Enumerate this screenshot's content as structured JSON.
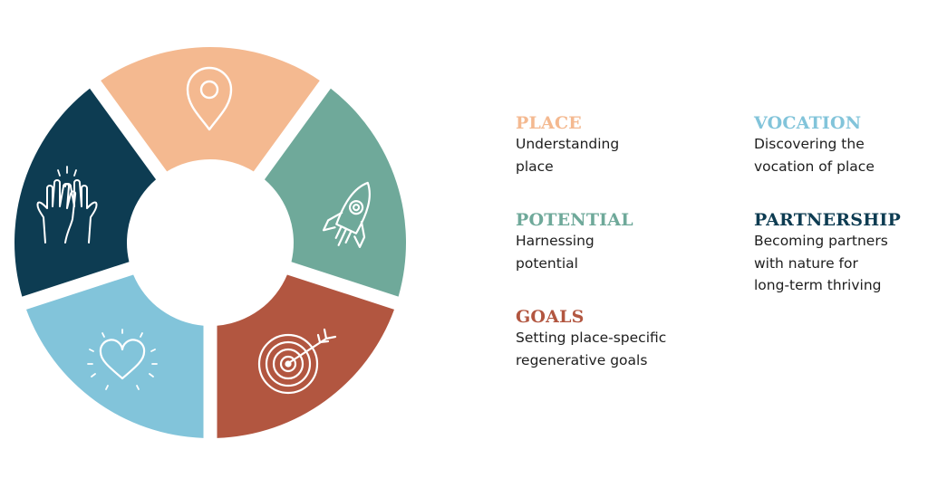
{
  "colors": {
    "place": "#F4B990",
    "potential": "#6FA99A",
    "goals": "#B25640",
    "vocation": "#82C4DA",
    "partnership": "#0D3C52",
    "icon": "#ffffff"
  },
  "segments": [
    {
      "key": "place",
      "icon": "location-pin-icon"
    },
    {
      "key": "potential",
      "icon": "rocket-icon"
    },
    {
      "key": "goals",
      "icon": "target-arrow-icon"
    },
    {
      "key": "vocation",
      "icon": "heart-icon"
    },
    {
      "key": "partnership",
      "icon": "high-five-hands-icon"
    }
  ],
  "items": {
    "place": {
      "title": "PLACE",
      "desc": "Understanding\nplace"
    },
    "potential": {
      "title": "POTENTIAL",
      "desc": "Harnessing\npotential"
    },
    "goals": {
      "title": "GOALS",
      "desc": "Setting place-specific\nregenerative goals"
    },
    "vocation": {
      "title": "VOCATION",
      "desc": "Discovering the\nvocation of place"
    },
    "partnership": {
      "title": "PARTNERSHIP",
      "desc": "Becoming partners\nwith nature for\nlong-term thriving"
    }
  }
}
